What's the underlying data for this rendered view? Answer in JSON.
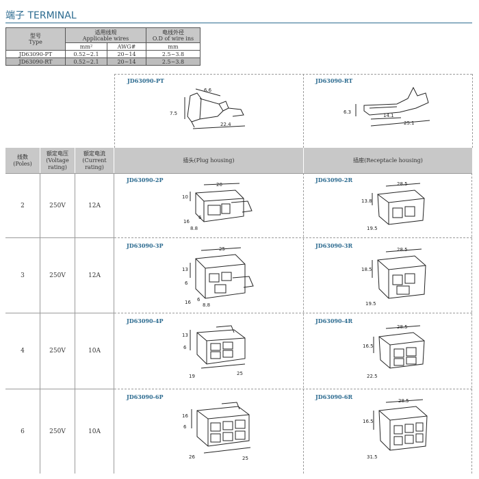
{
  "title": "端子 TERMINAL",
  "spec_table": {
    "h_type": "型号\nType",
    "h_wires": "适用线规\nApplicable wires",
    "h_od": "电线外径\nO.D of wire ins",
    "sub_mm2": "mm²",
    "sub_awg": "AWG#",
    "sub_mm": "mm",
    "rows": [
      {
        "type": "JD63090-PT",
        "mm2": "0.52~2.1",
        "awg": "20~14",
        "od": "2.5~3.8"
      },
      {
        "type": "JD63090-RT",
        "mm2": "0.52~2.1",
        "awg": "20~14",
        "od": "2.5~3.8"
      }
    ]
  },
  "terminals": {
    "pt": {
      "model": "JD63090-PT",
      "dims": [
        "6.6",
        "7.5",
        "22.4"
      ]
    },
    "rt": {
      "model": "JD63090-RT",
      "dims": [
        "6.3",
        "14.1",
        "25.1"
      ]
    }
  },
  "headers": {
    "poles": "线数\n(Poles)",
    "voltage": "额定电压\n(Voltage\nrating)",
    "current": "额定电流\n(Current\nrating)",
    "plug": "插头(Plug housing)",
    "receptacle": "插座(Receptacle housing)"
  },
  "rows": [
    {
      "poles": "2",
      "voltage": "250V",
      "current": "12A",
      "plug": {
        "model": "JD63090-2P",
        "dims": [
          "20",
          "10",
          "16",
          "8.8",
          "6"
        ]
      },
      "rec": {
        "model": "JD63090-2R",
        "dims": [
          "28.5",
          "13.8",
          "19.5"
        ]
      }
    },
    {
      "poles": "3",
      "voltage": "250V",
      "current": "12A",
      "plug": {
        "model": "JD63090-3P",
        "dims": [
          "25",
          "13",
          "6",
          "16",
          "6",
          "8.8"
        ]
      },
      "rec": {
        "model": "JD63090-3R",
        "dims": [
          "28.5",
          "18.5",
          "19.5"
        ]
      }
    },
    {
      "poles": "4",
      "voltage": "250V",
      "current": "10A",
      "plug": {
        "model": "JD63090-4P",
        "dims": [
          "13",
          "6",
          "19",
          "25"
        ]
      },
      "rec": {
        "model": "JD63090-4R",
        "dims": [
          "28.5",
          "16.5",
          "22.5"
        ]
      }
    },
    {
      "poles": "6",
      "voltage": "250V",
      "current": "10A",
      "plug": {
        "model": "JD63090-6P",
        "dims": [
          "16",
          "6",
          "26",
          "25"
        ]
      },
      "rec": {
        "model": "JD63090-6R",
        "dims": [
          "28.5",
          "16.5",
          "31.5"
        ]
      }
    }
  ]
}
